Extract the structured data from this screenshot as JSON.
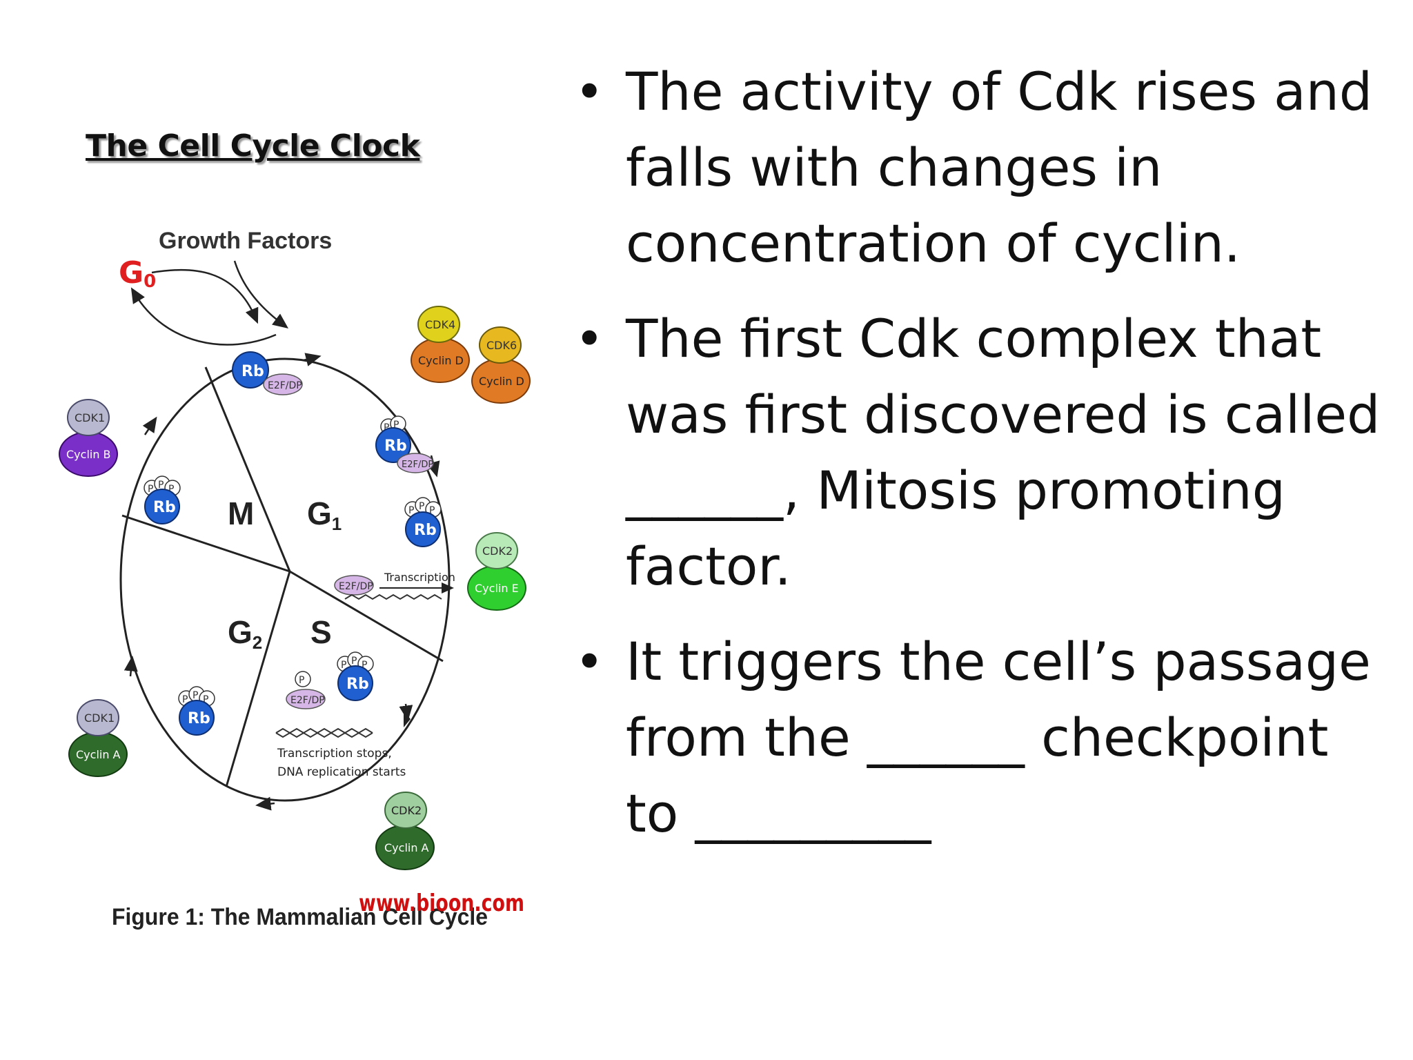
{
  "slide": {
    "title": "The Cell Cycle Clock",
    "bullets": [
      "The activity of Cdk rises and falls with changes in concentration of cyclin.",
      "The first Cdk complex that was first discovered is called ______, Mitosis promoting factor.",
      "It triggers the cell’s passage from the ______ checkpoint to _________"
    ],
    "bullet_symbol": "•"
  },
  "figure": {
    "growth_factors": "Growth Factors",
    "g0": "G",
    "g0_sub": "0",
    "phases": {
      "m": "M",
      "g1": "G",
      "g1_sub": "1",
      "g2": "G",
      "g2_sub": "2",
      "s": "S"
    },
    "rb": "Rb",
    "p": "P",
    "e2f": "E2F/DP",
    "e2f_short": "E2F/DP",
    "transcription": "Transcription",
    "s_note_line1": "Transcription stops,",
    "s_note_line2": "DNA replication starts",
    "complexes": {
      "cdk4": "CDK4",
      "cyclin_d_1": "Cyclin D",
      "cdk6": "CDK6",
      "cyclin_d_2": "Cyclin D",
      "cdk2_e": "CDK2",
      "cyclin_e": "Cyclin E",
      "cdk2_a": "CDK2",
      "cyclin_a_1": "Cyclin A",
      "cdk1_a": "CDK1",
      "cyclin_a_2": "Cyclin A",
      "cdk1_b": "CDK1",
      "cyclin_b": "Cyclin B"
    },
    "watermark": "www.bioon.com",
    "caption": "Figure 1: The Mammalian Cell Cycle",
    "colors": {
      "rb": "#1f5fd0",
      "cdk4": "#e0d21c",
      "cdk6": "#e8b820",
      "cyclin_d": "#e07a24",
      "cdk2_e": "#b8eab8",
      "cyclin_e": "#2fcf2f",
      "cdk_gray": "#b8b8d0",
      "cyclin_a": "#2f6b2a",
      "cdk2_a": "#9fcf9f",
      "cyclin_b": "#7a2fc8",
      "e2f": "#d6b6e6",
      "g0": "#e02020",
      "watermark": "#d01010"
    }
  }
}
